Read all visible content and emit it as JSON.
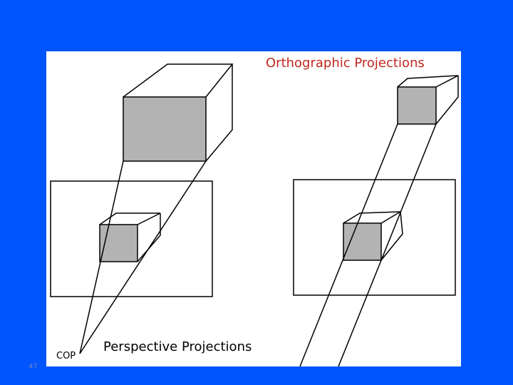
{
  "slide": {
    "number": "47",
    "background_color": "#0055ff"
  },
  "figure": {
    "orthographic_label": "Orthographic Projections",
    "perspective_label": "Perspective Projections",
    "cop_label": "COP",
    "face_fill_color": "#b3b3b3",
    "label_accent_color": "#c0261c"
  }
}
